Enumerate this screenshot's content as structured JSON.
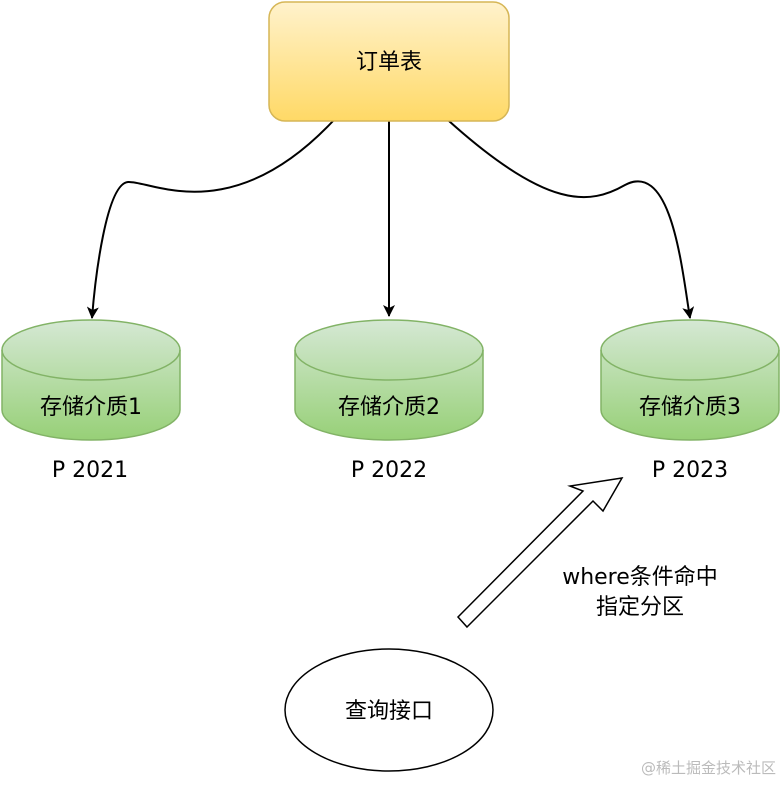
{
  "diagram": {
    "table": {
      "label": "订单表"
    },
    "storages": [
      {
        "label": "存储介质1",
        "partition": "P 2021"
      },
      {
        "label": "存储介质2",
        "partition": "P 2022"
      },
      {
        "label": "存储介质3",
        "partition": "P 2023"
      }
    ],
    "query": {
      "label": "查询接口"
    },
    "arrow_note": {
      "line1": "where条件命中",
      "line2": "指定分区"
    }
  },
  "watermark": "@稀土掘金技术社区",
  "colors": {
    "table_fill_top": "#fff2cc",
    "table_fill_bottom": "#ffd966",
    "table_stroke": "#d6b656",
    "cyl_fill_top": "#d5e8d4",
    "cyl_fill_bottom": "#97d077",
    "cyl_stroke": "#82b366",
    "line": "#000000"
  }
}
